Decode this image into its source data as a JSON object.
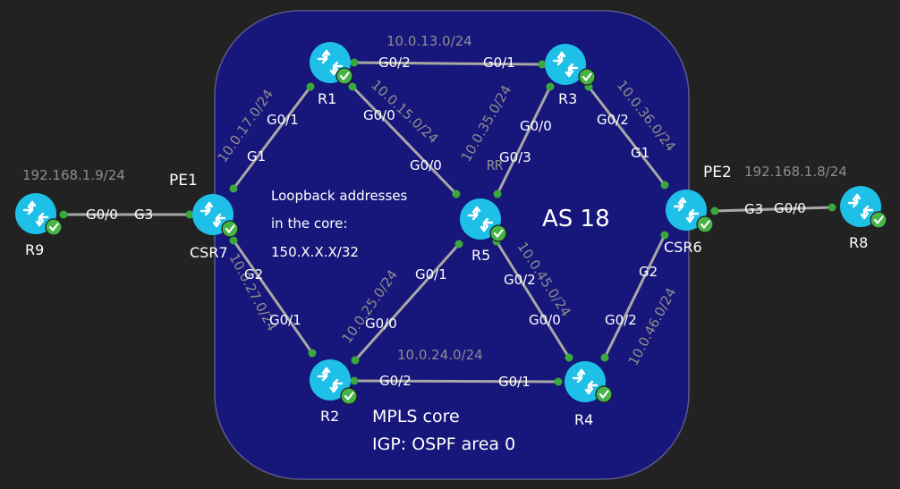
{
  "colors": {
    "background": "#222222",
    "core": "#17167a",
    "core_border": "#5a5a8e",
    "link": "#a8a8a8",
    "endpoint": "#3aa83a",
    "router": "#1ec0e8",
    "check": "#46b449",
    "subnet_text": "#8e8e8e",
    "label_text": "#ffffff"
  },
  "router_icon": "router-icon",
  "status_icon": "check-badge-icon",
  "core": {
    "asn": "AS 18",
    "mpls": "MPLS core",
    "igp": "IGP: OSPF area 0",
    "loopback_1": "Loopback addresses",
    "loopback_2": "in the core:",
    "loopback_3": "150.X.X.X/32"
  },
  "routers": {
    "r1": "R1",
    "r2": "R2",
    "r3": "R3",
    "r4": "R4",
    "r5": "R5",
    "csr6": "CSR6",
    "csr7": "CSR7",
    "r8": "R8",
    "r9": "R9",
    "pe1": "PE1",
    "pe2": "PE2",
    "rr": "RR"
  },
  "subnets": {
    "s13": "10.0.13.0/24",
    "s17": "10.0.17.0/24",
    "s15": "10.0.15.0/24",
    "s35": "10.0.35.0/24",
    "s36": "10.0.36.0/24",
    "s25": "10.0.25.0/24",
    "s45": "10.0.45.0/24",
    "s27": "10.0.27.0/24",
    "s46": "10.0.46.0/24",
    "s24": "10.0.24.0/24",
    "ce_left": "192.168.1.9/24",
    "ce_right": "192.168.1.8/24"
  },
  "interfaces": {
    "r1_r3_a": "G0/2",
    "r1_r3_b": "G0/1",
    "r1_csr7_a": "G0/1",
    "r1_csr7_b": "G1",
    "r1_r5_a": "G0/0",
    "r1_r5_b": "G0/0",
    "r3_r5_a": "G0/0",
    "r3_r5_b": "G0/3",
    "r3_csr6_a": "G0/2",
    "r3_csr6_b": "G1",
    "r9_csr7_a": "G0/0",
    "r9_csr7_b": "G3",
    "csr6_r8_a": "G3",
    "csr6_r8_b": "G0/0",
    "csr7_r2_a": "G2",
    "csr7_r2_b": "G0/1",
    "r5_r2_a": "G0/1",
    "r5_r2_b": "G0/0",
    "r5_r4_a": "G0/2",
    "r5_r4_b": "G0/0",
    "csr6_r4_a": "G2",
    "csr6_r4_b": "G0/2",
    "r2_r4_a": "G0/2",
    "r2_r4_b": "G0/1"
  }
}
